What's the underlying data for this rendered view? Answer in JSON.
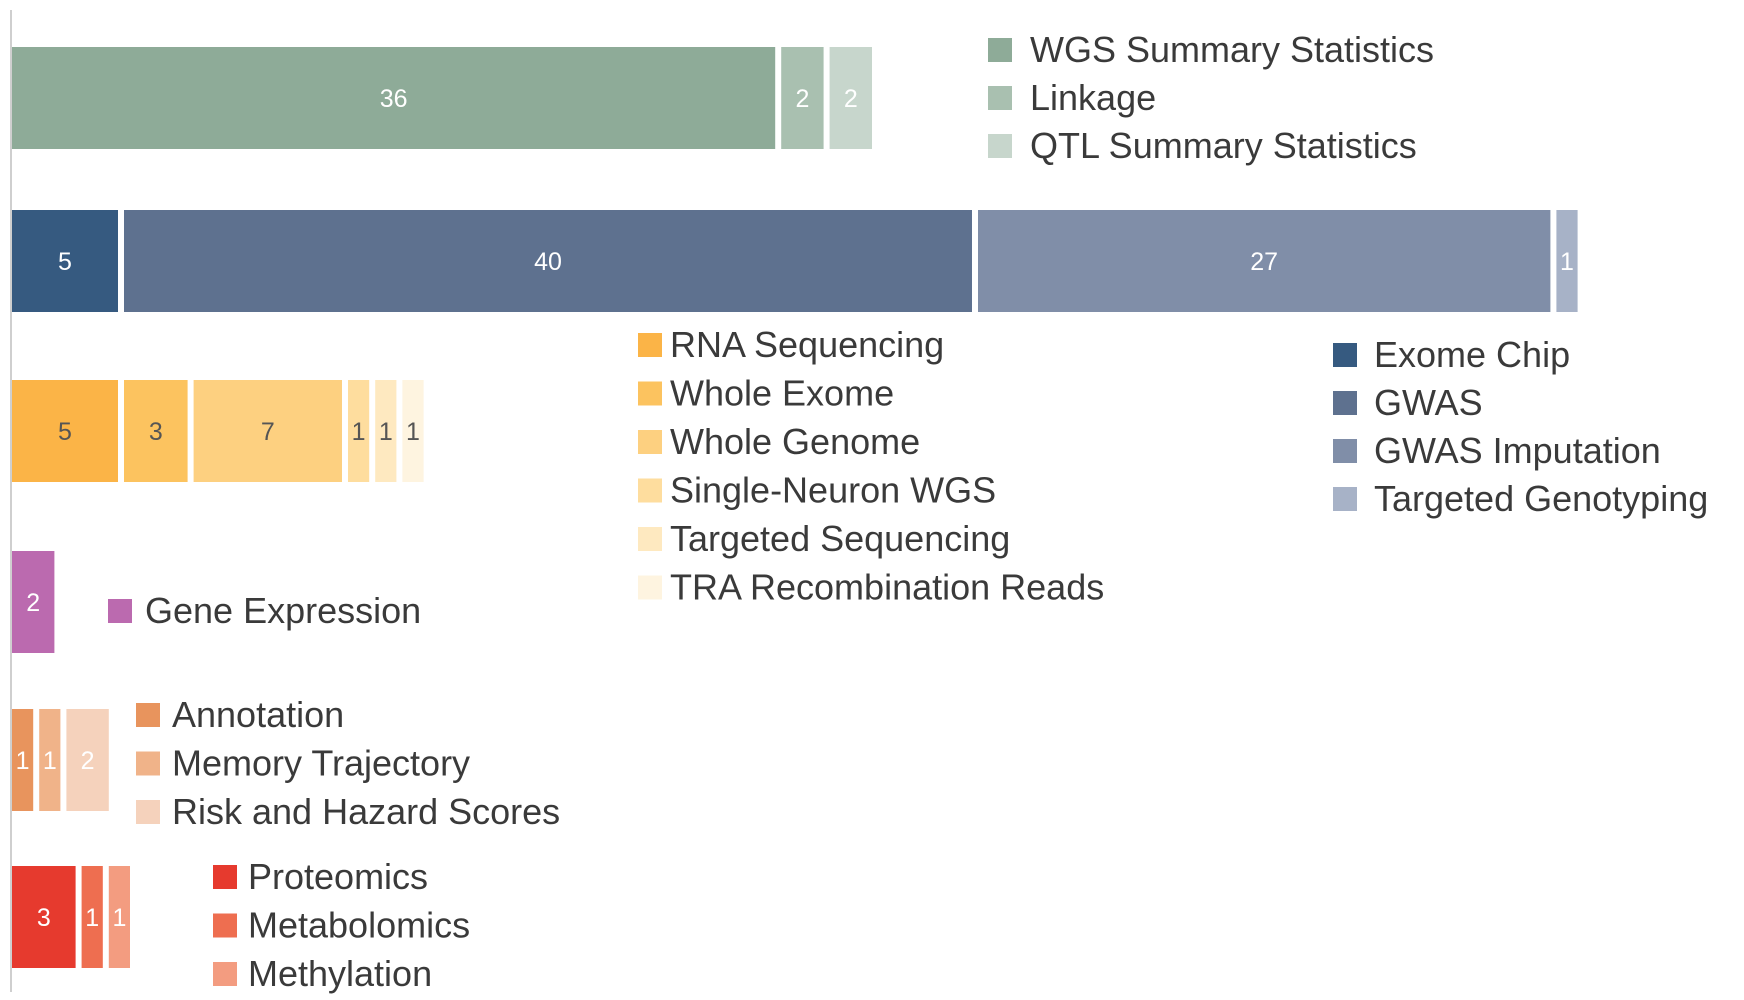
{
  "chart_data": {
    "type": "bar",
    "orientation": "horizontal-stacked",
    "grid": false,
    "groups": [
      {
        "segments": [
          {
            "name": "WGS Summary Statistics",
            "value": 36,
            "color": "#8eab98",
            "label_color": "#ffffff"
          },
          {
            "name": "Linkage",
            "value": 2,
            "color": "#a9c0b0",
            "label_color": "#ffffff"
          },
          {
            "name": "QTL Summary Statistics",
            "value": 2,
            "color": "#c7d6cc",
            "label_color": "#ffffff"
          }
        ],
        "legend_placement": "right"
      },
      {
        "segments": [
          {
            "name": "Exome Chip",
            "value": 5,
            "color": "#365a80",
            "label_color": "#ffffff"
          },
          {
            "name": "GWAS",
            "value": 40,
            "color": "#5e718f",
            "label_color": "#ffffff"
          },
          {
            "name": "GWAS Imputation",
            "value": 27,
            "color": "#808ea8",
            "label_color": "#ffffff"
          },
          {
            "name": "Targeted Genotyping",
            "value": 1,
            "color": "#a7b2c7",
            "label_color": "#ffffff"
          }
        ],
        "legend_placement": "bottom-right"
      },
      {
        "segments": [
          {
            "name": "RNA Sequencing",
            "value": 5,
            "color": "#fbb447",
            "label_color": "#555555"
          },
          {
            "name": "Whole Exome",
            "value": 3,
            "color": "#fcc35f",
            "label_color": "#555555"
          },
          {
            "name": "Whole Genome",
            "value": 7,
            "color": "#fdd080",
            "label_color": "#555555"
          },
          {
            "name": "Single-Neuron WGS",
            "value": 1,
            "color": "#fedd9e",
            "label_color": "#555555"
          },
          {
            "name": "Targeted Sequencing",
            "value": 1,
            "color": "#fee9c0",
            "label_color": "#555555"
          },
          {
            "name": "TRA Recombination Reads",
            "value": 1,
            "color": "#fef4e0",
            "label_color": "#555555"
          }
        ],
        "legend_placement": "right"
      },
      {
        "segments": [
          {
            "name": "Gene Expression",
            "value": 2,
            "color": "#bb6aaf",
            "label_color": "#ffffff"
          }
        ],
        "legend_placement": "right"
      },
      {
        "segments": [
          {
            "name": "Annotation",
            "value": 1,
            "color": "#e8945d",
            "label_color": "#ffffff"
          },
          {
            "name": "Memory Trajectory",
            "value": 1,
            "color": "#f0b389",
            "label_color": "#ffffff"
          },
          {
            "name": "Risk and Hazard Scores",
            "value": 2,
            "color": "#f5d2bc",
            "label_color": "#ffffff"
          }
        ],
        "legend_placement": "right"
      },
      {
        "segments": [
          {
            "name": "Proteomics",
            "value": 3,
            "color": "#e63a2e",
            "label_color": "#ffffff"
          },
          {
            "name": "Metabolomics",
            "value": 1,
            "color": "#ee6e50",
            "label_color": "#ffffff"
          },
          {
            "name": "Methylation",
            "value": 1,
            "color": "#f39c80",
            "label_color": "#ffffff"
          }
        ],
        "legend_placement": "right"
      }
    ]
  }
}
